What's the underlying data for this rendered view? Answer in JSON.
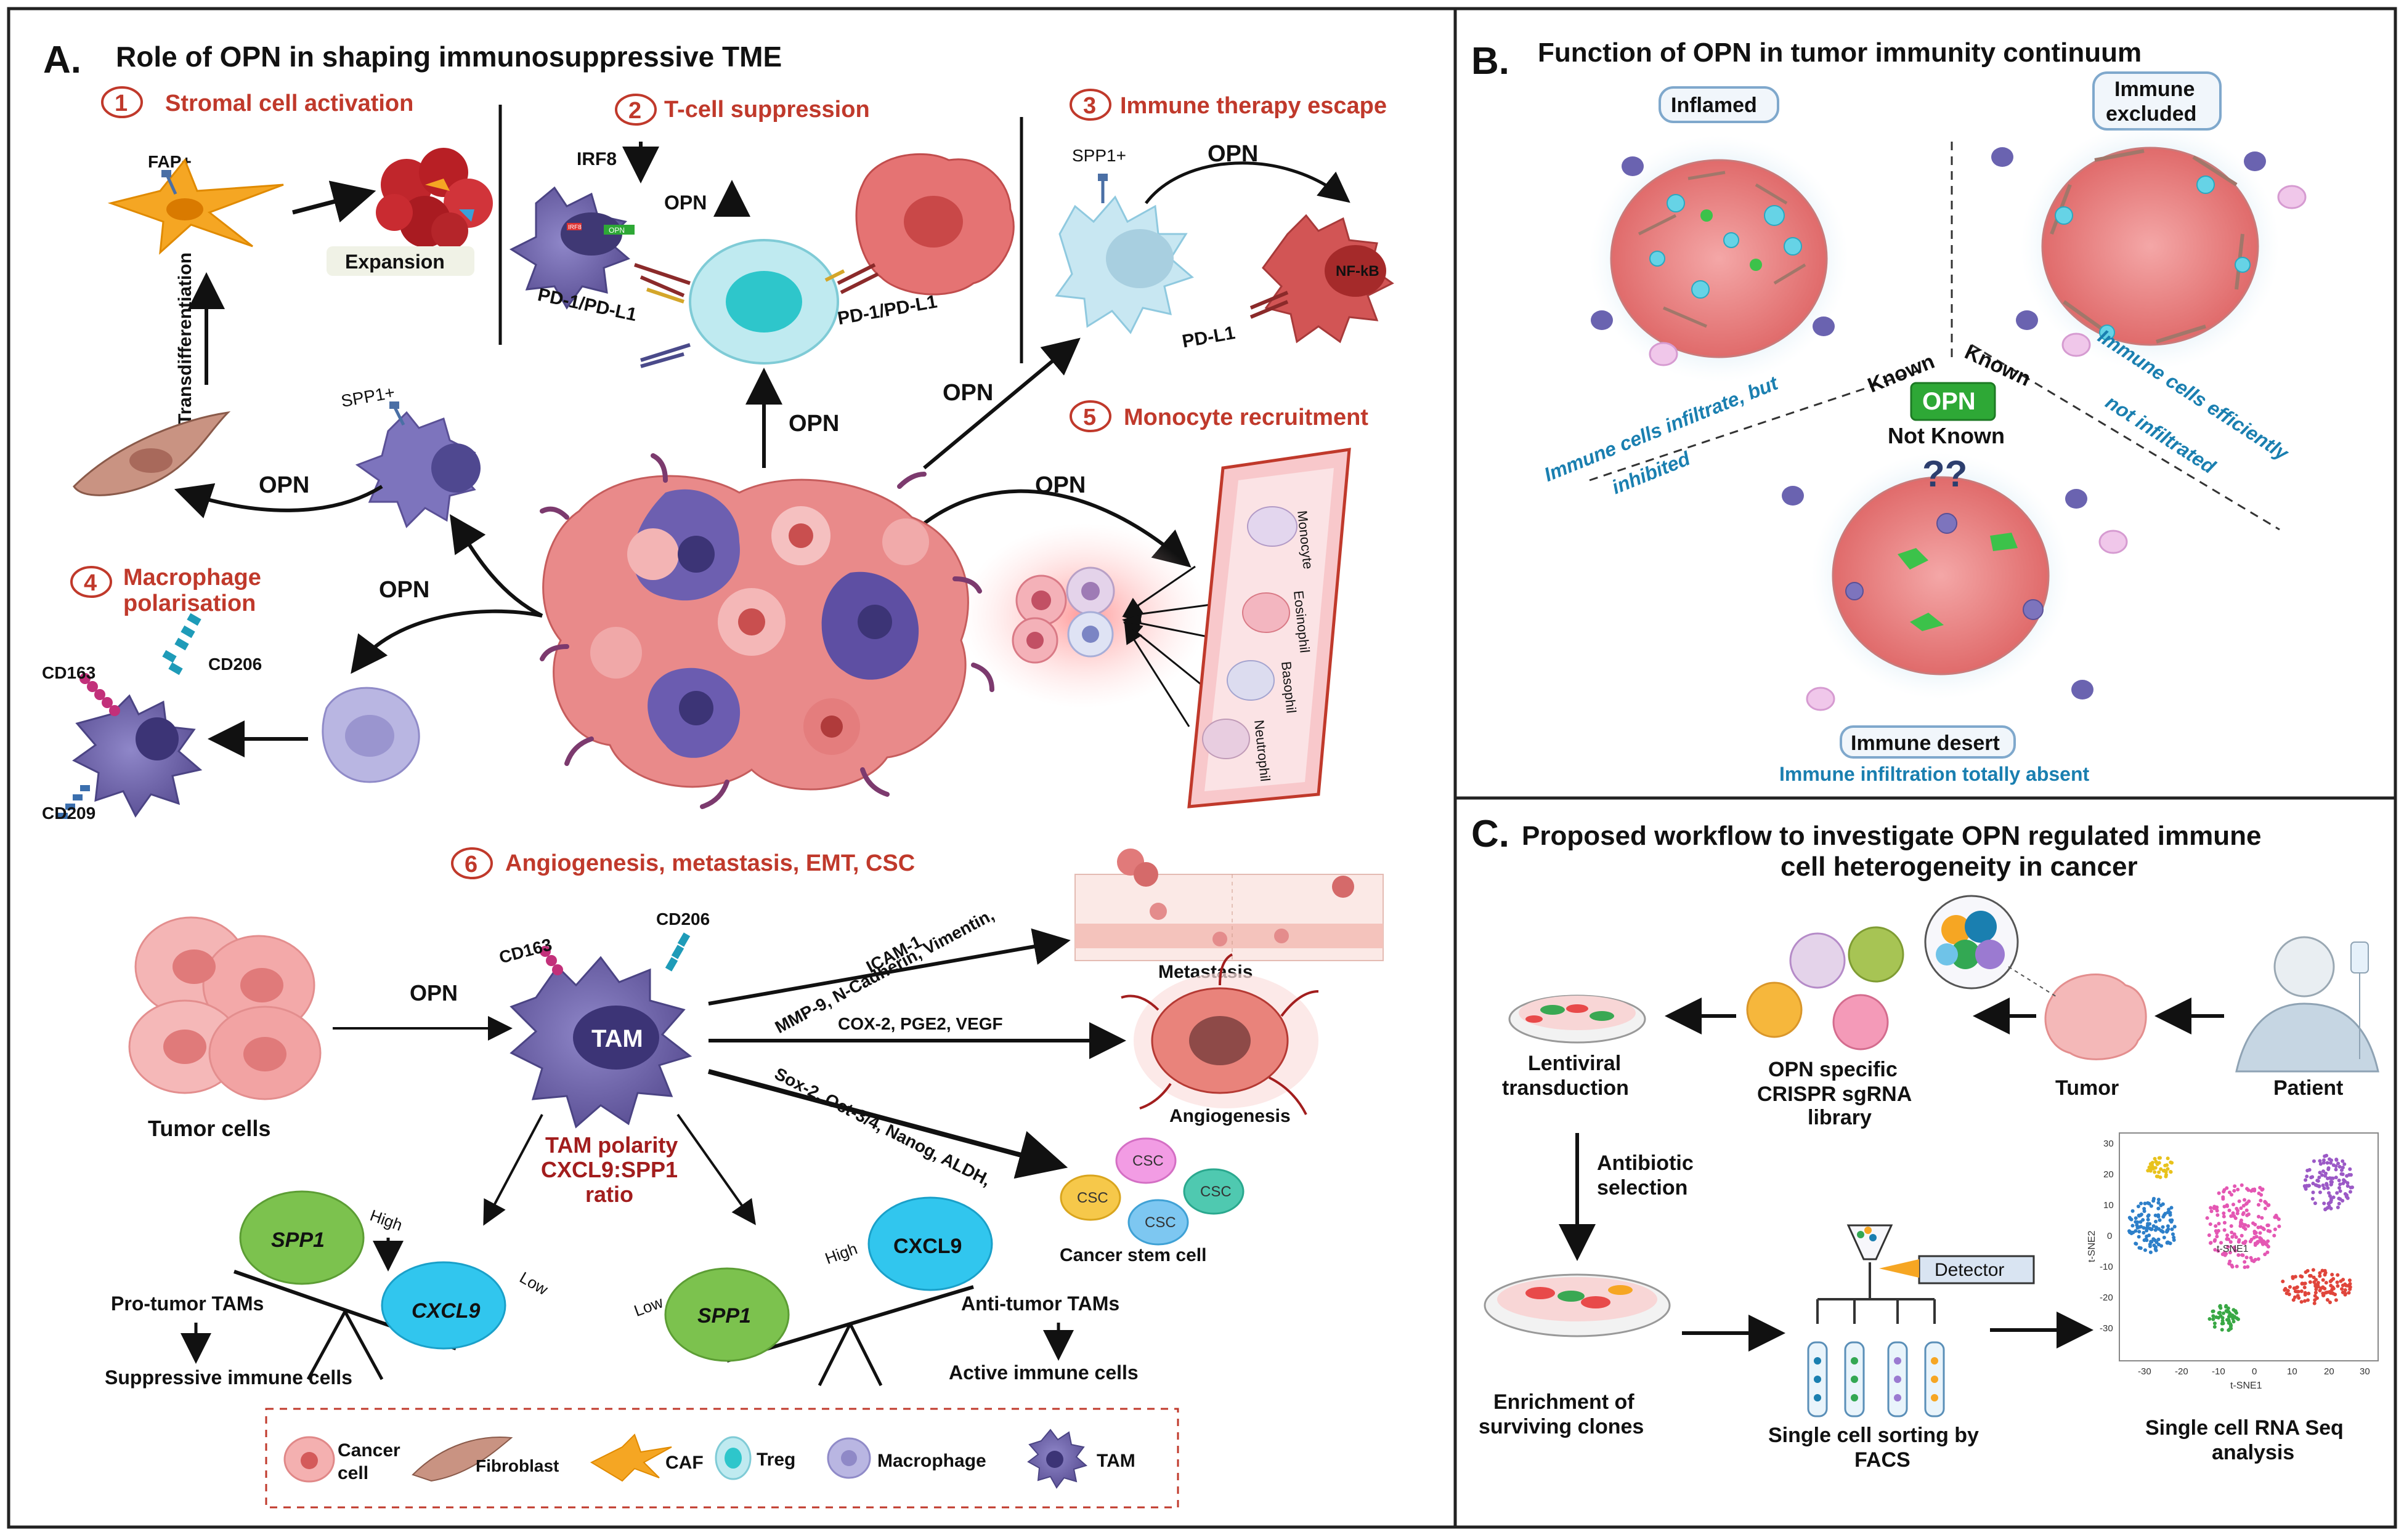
{
  "panel_a": {
    "label": "A.",
    "title": "Role of OPN in shaping immunosuppressive TME",
    "s1": {
      "num": "1",
      "title": "Stromal cell activation",
      "fap": "FAP+",
      "expansion": "Expansion",
      "transdiff": "Transdifferentiation",
      "spp1": "SPP1+",
      "opn": "OPN"
    },
    "s2": {
      "num": "2",
      "title": "T-cell suppression",
      "irf8": "IRF8",
      "opn": "OPN",
      "pd1a": "PD-1/PD-L1",
      "pd1b": "PD-1/PD-L1",
      "opn_center": "OPN",
      "cell_opn": "OPN",
      "cell_irf": "IRF8"
    },
    "s3": {
      "num": "3",
      "title": "Immune therapy escape",
      "spp1": "SPP1+",
      "opn": "OPN",
      "nfkb": "NF-kB",
      "pdl1": "PD-L1",
      "opn_diag": "OPN"
    },
    "s4": {
      "num": "4",
      "title_l1": "Macrophage",
      "title_l2": "polarisation",
      "opn": "OPN",
      "cd163": "CD163",
      "cd206": "CD206",
      "cd209": "CD209"
    },
    "s5": {
      "num": "5",
      "title": "Monocyte recruitment",
      "opn": "OPN",
      "monocyte": "Monocyte",
      "eosinophil": "Eosinophil",
      "basophil": "Basophil",
      "neutrophil": "Neutrophil"
    },
    "s6": {
      "num": "6",
      "title": "Angiogenesis, metastasis, EMT, CSC",
      "opn": "OPN",
      "tumor_cells": "Tumor cells",
      "tam": "TAM",
      "cd163": "CD163",
      "cd206": "CD206",
      "arrow1": "MMP-9, N-Cadherin, Vimentin,",
      "arrow1b": "ICAM-1",
      "metastasis": "Metastasis",
      "arrow2": "COX-2, PGE2, VEGF",
      "angiogenesis": "Angiogenesis",
      "arrow3": "Sox-2, Oct-3/4, Nanog, ALDH,",
      "csc_title": "Cancer stem cell",
      "csc": "CSC",
      "polarity_l1": "TAM polarity",
      "polarity_l2": "CXCL9:SPP1",
      "polarity_l3": "ratio",
      "spp1": "SPP1",
      "cxcl9": "CXCL9",
      "high": "High",
      "low": "Low",
      "pro_tumor": "Pro-tumor TAMs",
      "suppressive": "Suppressive immune cells",
      "anti_tumor": "Anti-tumor TAMs",
      "active": "Active immune cells"
    },
    "legend": {
      "cancer_l1": "Cancer",
      "cancer_l2": "cell",
      "fibroblast": "Fibroblast",
      "caf": "CAF",
      "treg": "Treg",
      "macrophage": "Macrophage",
      "tam": "TAM"
    }
  },
  "panel_b": {
    "label": "B.",
    "title": "Function of OPN in tumor immunity continuum",
    "inflamed": "Inflamed",
    "excluded_l1": "Immune",
    "excluded_l2": "excluded",
    "desert": "Immune desert",
    "inflamed_desc_l1": "Immune cells infiltrate, but",
    "inflamed_desc_l2": "inhibited",
    "excluded_desc_l1": "Immune cells efficiently",
    "excluded_desc_l2": "not  infiltrated",
    "desert_desc": "Immune infiltration  totally absent",
    "known": "Known",
    "opn": "OPN",
    "not_known": "Not Known",
    "qq": "??"
  },
  "panel_c": {
    "label": "C.",
    "title_l1": "Proposed workflow to investigate OPN regulated immune",
    "title_l2": "cell heterogeneity in cancer",
    "patient": "Patient",
    "tumor": "Tumor",
    "lib_l1": "OPN  specific",
    "lib_l2": "CRISPR sgRNA",
    "lib_l3": "library",
    "lenti_l1": "Lentiviral",
    "lenti_l2": "transduction",
    "anti_l1": "Antibiotic",
    "anti_l2": "selection",
    "enrich_l1": "Enrichment of",
    "enrich_l2": "surviving clones",
    "facs_l1": "Single cell sorting by",
    "facs_l2": "FACS",
    "detector": "Detector",
    "rna_l1": "Single cell RNA Seq",
    "rna_l2": "analysis",
    "tsne_x": "t-SNE1",
    "tsne_y": "t-SNE2",
    "tsne_mid": "t-SNE1",
    "x_ticks": [
      "-30",
      "-20",
      "-10",
      "0",
      "10",
      "20",
      "30"
    ],
    "y_ticks": [
      "30",
      "20",
      "10",
      "0",
      "-10",
      "-20",
      "-30"
    ]
  },
  "colors": {
    "red_heading": "#c0392b",
    "blue_desc": "#1a7fb0",
    "opn_badge": "#2ea836",
    "border": "#222222"
  }
}
